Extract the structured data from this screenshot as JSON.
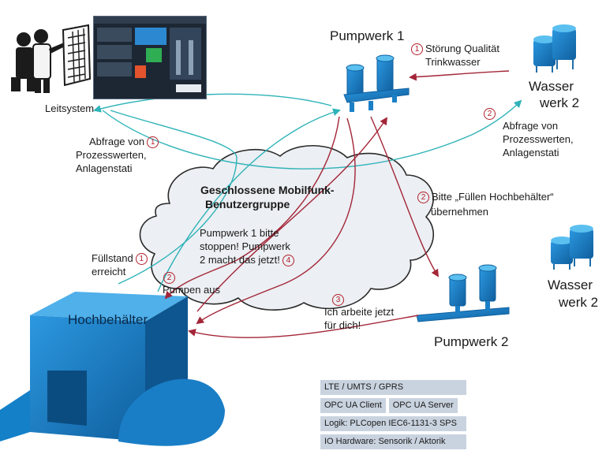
{
  "nodes": {
    "leitsystem": "Leitsystem",
    "pumpwerk1": "Pumpwerk 1",
    "pumpwerk2": "Pumpwerk 2",
    "wasserwerk_top_line1": "Wasser",
    "wasserwerk_top_line2": "werk 2",
    "wasserwerk_bottom_line1": "Wasser",
    "wasserwerk_bottom_line2": "werk 2",
    "hochbehaelter": "Hochbehälter"
  },
  "cloud": {
    "title_line1": "Geschlossene Mobilfunk-",
    "title_line2": "Benutzergruppe",
    "message_line1": "Pumpwerk 1 bitte",
    "message_line2": "stoppen! Pumpwerk",
    "message_line3": "2 macht das jetzt!",
    "message_step": "4"
  },
  "messages": {
    "stoerung": {
      "step": "1",
      "line1": "Störung Qualität",
      "line2": "Trinkwasser"
    },
    "abfrage_left": {
      "line1": "Abfrage von",
      "step": "1",
      "line2": "Prozesswerten,",
      "line3": "Anlagenstati"
    },
    "abfrage_right": {
      "step": "2",
      "line1": "Abfrage von",
      "line2": "Prozesswerten,",
      "line3": "Anlagenstati"
    },
    "fuellen": {
      "step": "2",
      "line1": "Bitte „Füllen Hochbehälter“",
      "line2": "übernehmen"
    },
    "fuellstand": {
      "line1": "Füllstand",
      "step": "1",
      "line2": "erreicht"
    },
    "pumpen_aus": {
      "step": "2",
      "line1": "Pumpen aus"
    },
    "ich_arbeite": {
      "step": "3",
      "line1": "Ich arbeite jetzt",
      "line2": "für dich!"
    }
  },
  "legend": {
    "row1": [
      "LTE / UMTS / GPRS"
    ],
    "row2": [
      "OPC UA Client",
      "OPC UA Server"
    ],
    "row3": [
      "Logik: PLCopen IEC6-1131-3 SPS"
    ],
    "row4": [
      "IO Hardware: Sensorik / Aktorik"
    ]
  },
  "colors": {
    "red_arrow": "#a32638",
    "teal_arrow": "#2fb3b8",
    "equipment_blue": "#1f8fd6",
    "legend_fill": "#c9d3df",
    "cloud_fill": "#eceff3"
  }
}
